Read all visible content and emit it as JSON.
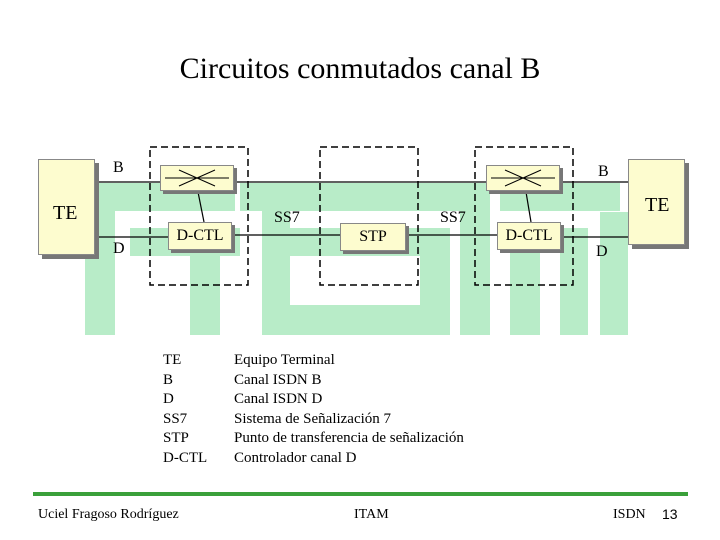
{
  "title": "Circuitos conmutados canal B",
  "diagram": {
    "te_left": "TE",
    "te_right": "TE",
    "b_left": "B",
    "b_right": "B",
    "d_left": "D",
    "d_right": "D",
    "dctl_left": "D-CTL",
    "dctl_right": "D-CTL",
    "stp": "STP",
    "ss7_left": "SS7",
    "ss7_right": "SS7"
  },
  "legend": [
    {
      "term": "TE",
      "desc": "Equipo Terminal"
    },
    {
      "term": "B",
      "desc": "Canal ISDN B"
    },
    {
      "term": "D",
      "desc": "Canal ISDN D"
    },
    {
      "term": "SS7",
      "desc": "Sistema de Señalización 7"
    },
    {
      "term": "STP",
      "desc": "Punto de transferencia de señalización"
    },
    {
      "term": "D-CTL",
      "desc": "Controlador canal D"
    }
  ],
  "footer": {
    "author": "Uciel Fragoso Rodríguez",
    "institution": "ITAM",
    "topic": "ISDN",
    "page": "13"
  },
  "colors": {
    "watermark": "#b8ecc8",
    "box_fill": "#fdfccf",
    "divider": "#3aa03a"
  }
}
